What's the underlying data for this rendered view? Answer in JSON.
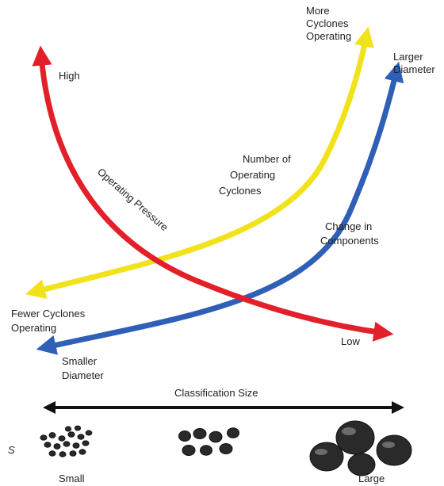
{
  "colors": {
    "operating_pressure": "#e3202a",
    "number_of_cyclones": "#f2e21b",
    "component_change": "#2f5fb6",
    "classification_arrow": "#111111",
    "particles": "#2a2a2a"
  },
  "curves": {
    "operating_pressure": {
      "name": "Operating Pressure",
      "start_label": "High",
      "end_label": "Low"
    },
    "number_of_cyclones": {
      "name_line1": "Number of",
      "name_line2": "Operating",
      "name_line3": "Cyclones",
      "start_label_line1": "More",
      "start_label_line2": "Cyclones",
      "start_label_line3": "Operating",
      "end_label_line1": "Fewer Cyclones",
      "end_label_line2": "Operating"
    },
    "component_change": {
      "name_line1": "Change in",
      "name_line2": "Components",
      "start_label_line1": "Larger",
      "start_label_line2": "Diameter",
      "end_label_line1": "Smaller",
      "end_label_line2": "Diameter"
    }
  },
  "classification": {
    "title": "Classification Size",
    "small_label": "Small",
    "large_label": "Large",
    "side_mark": "S"
  }
}
